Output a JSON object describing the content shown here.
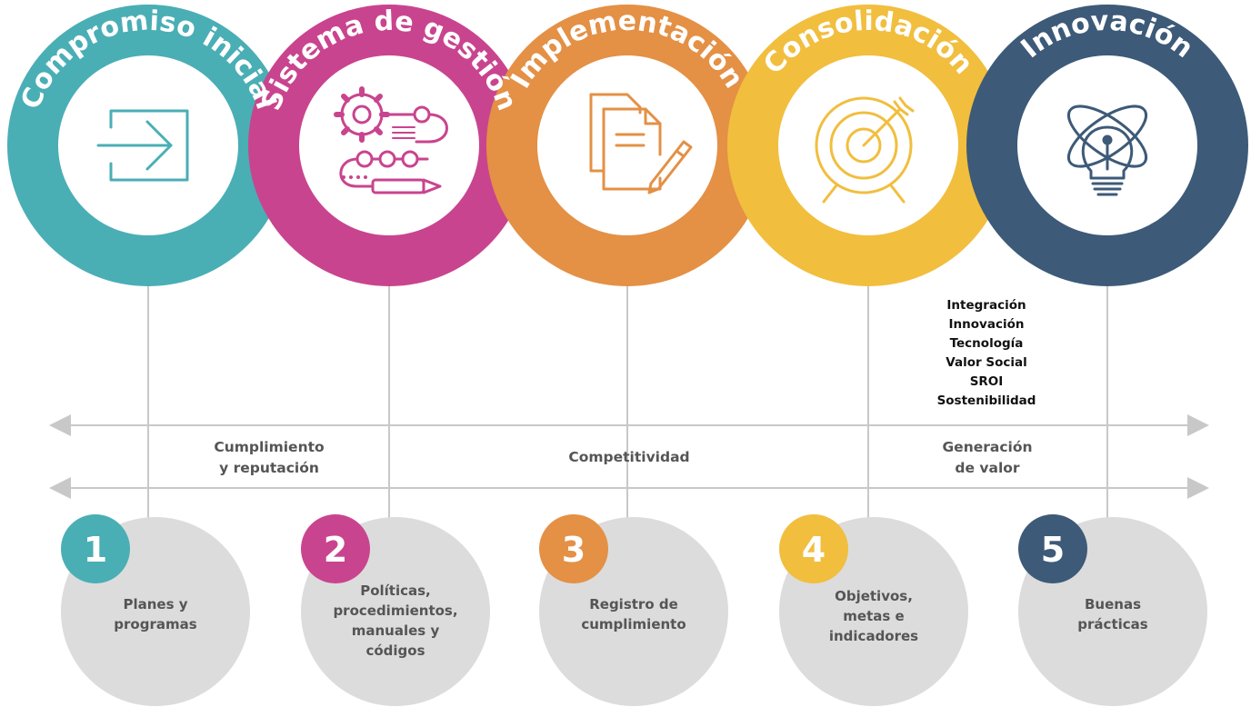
{
  "stages": [
    {
      "title": "Compromiso inicial",
      "icon": "enter-arrow-icon",
      "color": "#4aaeb5",
      "number": "1",
      "bottom_lines": [
        "Planes y",
        "programas"
      ]
    },
    {
      "title": "Sistema de gestión",
      "icon": "gear-process-icon",
      "color": "#c9448f",
      "number": "2",
      "bottom_lines": [
        "Políticas,",
        "procedimientos,",
        "manuales y",
        "códigos"
      ]
    },
    {
      "title": "Implementación",
      "icon": "documents-pencil-icon",
      "color": "#e49045",
      "number": "3",
      "bottom_lines": [
        "Registro de",
        "cumplimiento"
      ]
    },
    {
      "title": "Consolidación",
      "icon": "target-icon",
      "color": "#f1be3e",
      "number": "4",
      "bottom_lines": [
        "Objetivos,",
        "metas e",
        "indicadores"
      ]
    },
    {
      "title": "Innovación",
      "icon": "atom-lightbulb-icon",
      "color": "#3d5a78",
      "number": "5",
      "bottom_lines": [
        "Buenas",
        "prácticas"
      ]
    }
  ],
  "innovation_list": [
    "Integración",
    "Innovación",
    "Tecnología",
    "Valor Social",
    "SROI",
    "Sostenibilidad"
  ],
  "bands": {
    "left": [
      "Cumplimiento",
      "y reputación"
    ],
    "center": [
      "Competitividad"
    ],
    "right": [
      "Generación",
      "de valor"
    ]
  },
  "colors": {
    "axis": "#c8c8c8",
    "connector": "#c8c8c8",
    "bottom_circle": "#dcdcdc",
    "text_gray": "#555555"
  }
}
